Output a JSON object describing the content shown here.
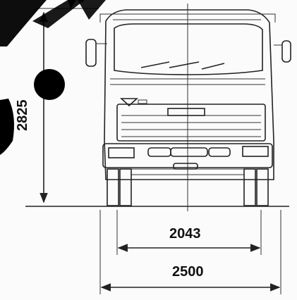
{
  "dimensions": {
    "height_label": "2825",
    "track_label": "2043",
    "width_label": "2500"
  },
  "colors": {
    "line": "#222222",
    "background": "#fbfbfb",
    "watermark": "#000000"
  },
  "icons": {
    "watermark": "watermark-logo-icon"
  }
}
